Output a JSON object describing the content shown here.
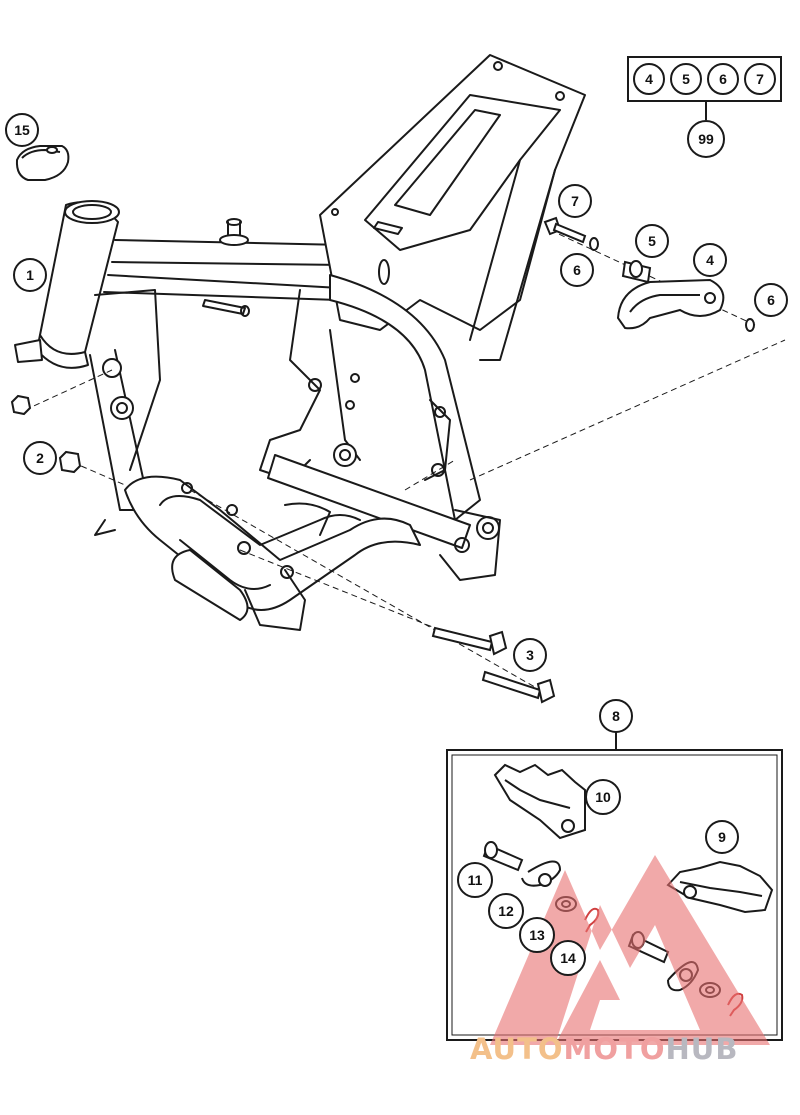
{
  "callouts": {
    "c1": "1",
    "c2": "2",
    "c3": "3",
    "c4": "4",
    "c5": "5",
    "c6a": "6",
    "c6b": "6",
    "c7": "7",
    "c8": "8",
    "c9": "9",
    "c10": "10",
    "c11": "11",
    "c12": "12",
    "c13": "13",
    "c14": "14",
    "c15": "15",
    "c99": "99"
  },
  "kit_box": {
    "items": [
      "4",
      "5",
      "6",
      "7"
    ]
  },
  "watermark": {
    "part1": "AUTO",
    "part2": "MOTO",
    "part3": "HUB"
  },
  "colors": {
    "line": "#1a1a1a",
    "watermark_triangle": "#e8706f",
    "watermark_auto": "#f3c08a",
    "watermark_hub": "#b8b8c0",
    "highlight_part": "#d04040"
  }
}
